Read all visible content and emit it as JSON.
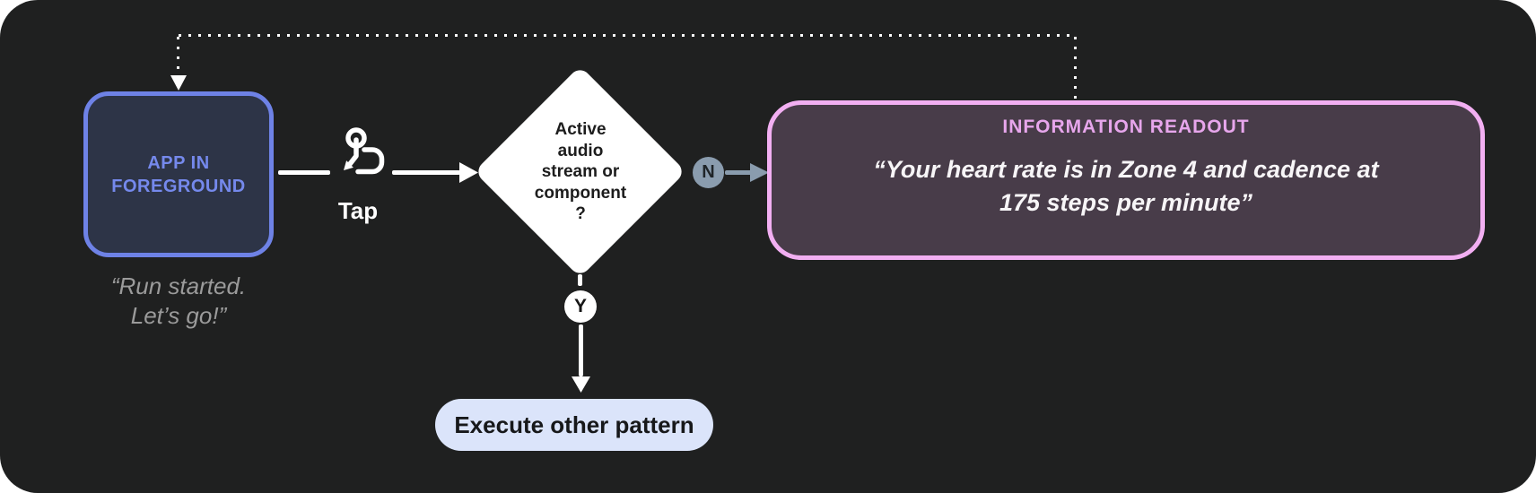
{
  "diagram": {
    "app_node": {
      "label": "APP IN FOREGROUND",
      "quote": "“Run started.\nLet’s go!”"
    },
    "tap": {
      "label": "Tap",
      "icon": "tap-gesture-icon"
    },
    "decision_node": {
      "label": "Active\naudio\nstream or\ncomponent\n?"
    },
    "branches": {
      "no_label": "N",
      "yes_label": "Y"
    },
    "readout_node": {
      "title": "INFORMATION READOUT",
      "quote": "“Your heart rate is in Zone 4 and cadence at\n175 steps per minute”"
    },
    "execute_node": {
      "label": "Execute other pattern"
    }
  },
  "palette": {
    "canvas_bg": "#1f2020",
    "white": "#ffffff",
    "app_border": "#6e82e6",
    "app_fill": "#2d3447",
    "app_text": "#7589ec",
    "quote_gray": "#9b9b9b",
    "no_badge": "#8a9cae",
    "readout_border": "#f2aff2",
    "readout_fill": "#483c49",
    "readout_title": "#e7a6ec",
    "execute_fill": "#dbe4fa"
  }
}
